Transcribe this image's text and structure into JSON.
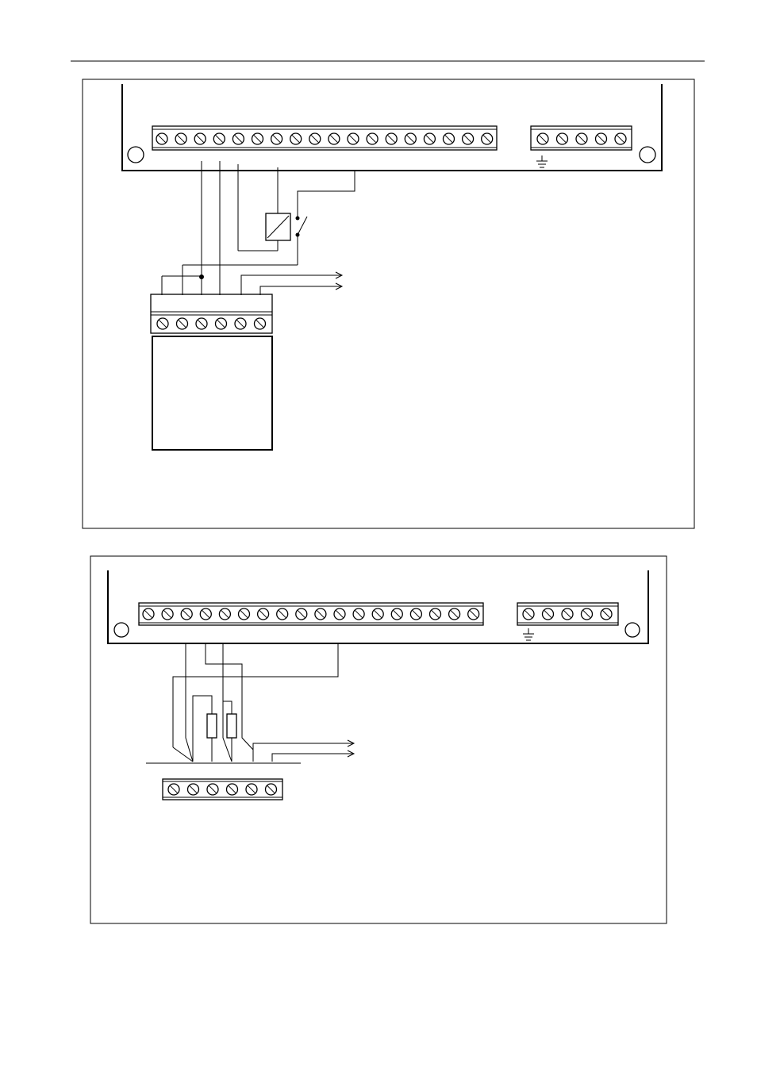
{
  "page": {
    "header_rule": "",
    "background": "#ffffff",
    "ink": "#000000"
  },
  "diagrams": [
    {
      "name": "relay-wiring-diagram",
      "main_terminal_count": 18,
      "aux_terminal_count": 5,
      "connector_terminal_count": 6,
      "icons": [
        "ground-symbol-icon",
        "relay-coil-icon",
        "relay-contact-icon",
        "arrow-right-icon"
      ]
    },
    {
      "name": "resistor-wiring-diagram",
      "main_terminal_count": 18,
      "aux_terminal_count": 5,
      "connector_terminal_count": 6,
      "icons": [
        "ground-symbol-icon",
        "resistor-icon",
        "arrow-right-icon"
      ]
    }
  ]
}
